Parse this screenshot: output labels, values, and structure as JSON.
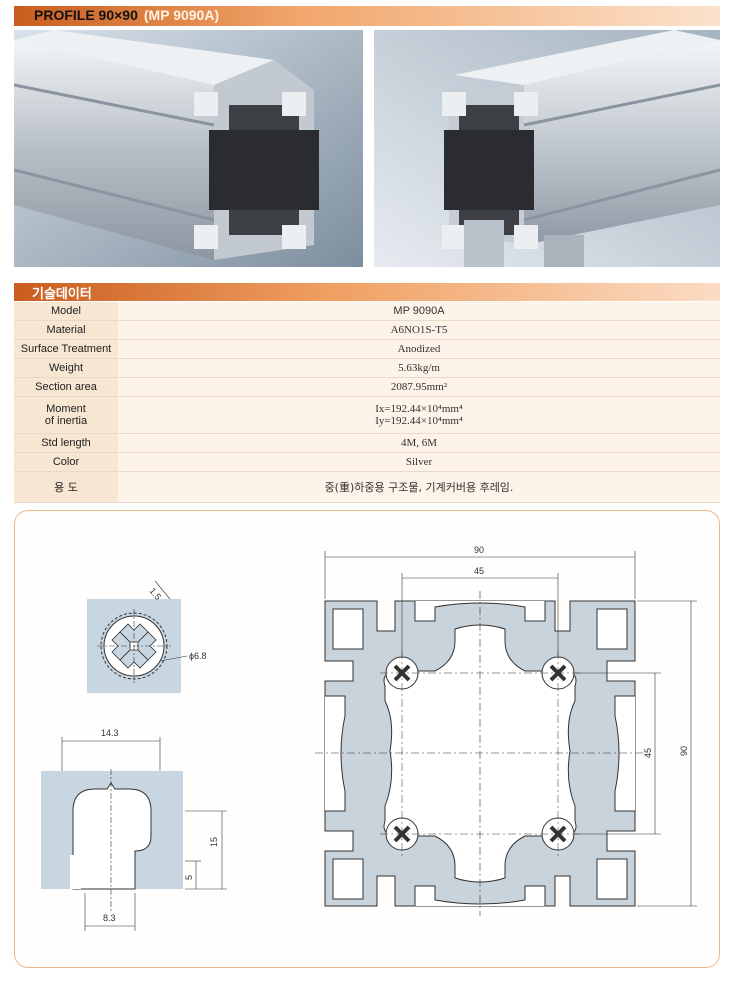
{
  "header": {
    "title": "PROFILE 90×90",
    "code": "(MP 9090A)"
  },
  "spec_section": {
    "title": "기술데이터"
  },
  "specs": [
    {
      "label": "Model",
      "value": "MP 9090A"
    },
    {
      "label": "Material",
      "value": "A6NO1S-T5"
    },
    {
      "label": "Surface Treatment",
      "value": "Anodized"
    },
    {
      "label": "Weight",
      "value": "5.63kg/m"
    },
    {
      "label": "Section area",
      "value": "2087.95mm²"
    },
    {
      "label": "Moment of inertia",
      "value": "Ix=192.44×10⁴mm⁴",
      "value2": "Iy=192.44×10⁴mm⁴"
    },
    {
      "label": "Std length",
      "value": "4M, 6M"
    },
    {
      "label": "Color",
      "value": "Silver"
    },
    {
      "label": "용 도",
      "value": "중(重)하중용 구조물, 기계커버용 후레임."
    }
  ],
  "moment_label_line1": "Moment",
  "moment_label_line2": "of inertia",
  "dimensions": {
    "overall_width": "90",
    "slot_spacing": "45",
    "overall_height": "90",
    "slot_spacing_v": "45",
    "core_wall": "1.5",
    "core_hole": "ϕ6.8",
    "slot_width": "14.3",
    "slot_depth": "15",
    "slot_lip": "5",
    "slot_opening": "8.3"
  },
  "colors": {
    "accent": "#d8652a",
    "spec_label_bg": "#f7e6d2",
    "spec_value_bg": "#fdf3e8",
    "profile_fill": "#c9d3dc",
    "detail_bg": "#c8d6e2"
  }
}
